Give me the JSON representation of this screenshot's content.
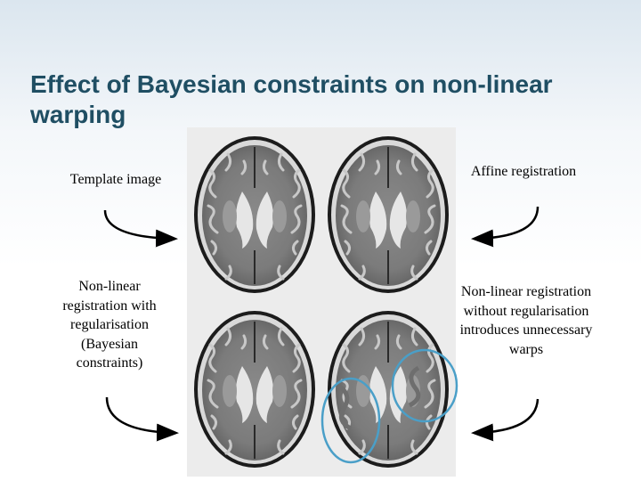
{
  "slide": {
    "title": "Effect of Bayesian constraints on non-linear warping",
    "labels": {
      "template": "Template image",
      "affine": "Affine registration",
      "with_reg": "Non-linear registration with regularisation (Bayesian constraints)",
      "without_reg": "Non-linear registration without regularisation introduces unnecessary warps"
    }
  },
  "colors": {
    "title": "#1f4e63",
    "highlight_circle": "#4a9fc8",
    "arrow": "#000000"
  }
}
